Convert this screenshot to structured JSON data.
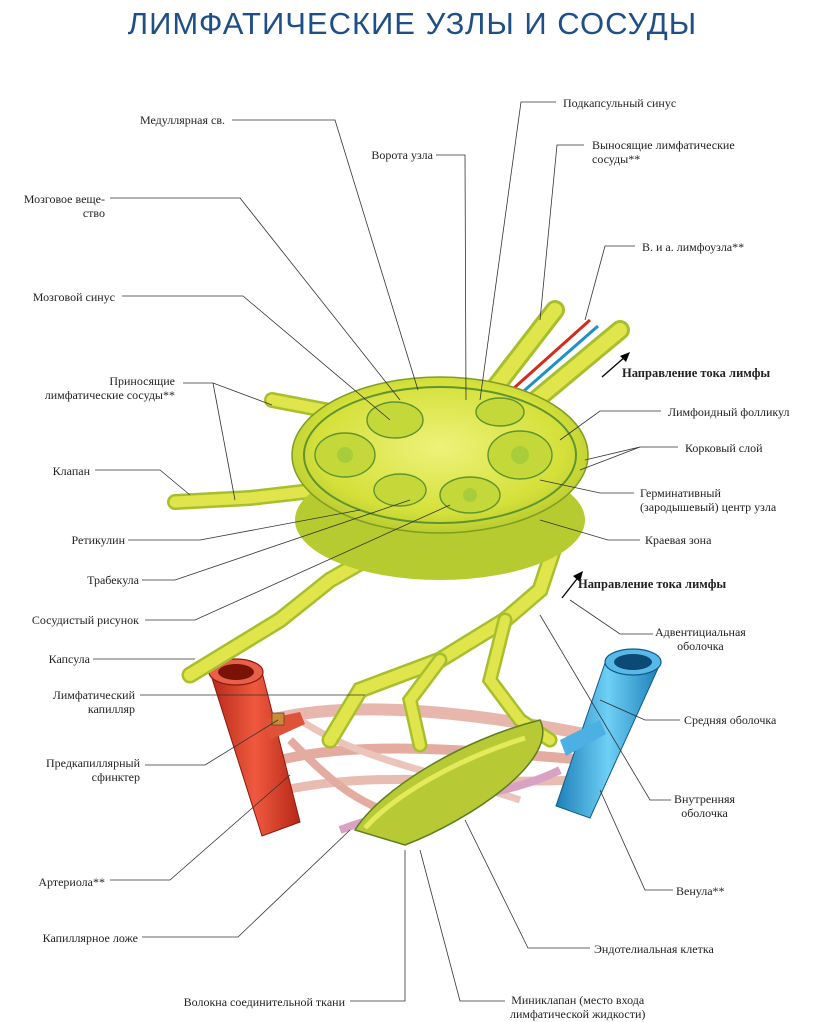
{
  "title": "ЛИМФАТИЧЕСКИЕ УЗЛЫ И СОСУДЫ",
  "colors": {
    "title": "#1e4f86",
    "lymph_yellow": "#d7e23a",
    "lymph_green": "#6fa83a",
    "artery_red": "#d9412b",
    "vein_blue": "#3aa0d6",
    "capillary_pink": "#e7b7ae"
  },
  "labels": {
    "medullary_cord": "Медуллярная св.",
    "hilum": "Ворота узла",
    "subcapsular_sinus": "Подкапсульный синус",
    "efferent_vessels": "Выносящие лимфатические\nсосуды**",
    "node_vessels": "В. и а. лимфоузла**",
    "medulla": "Мозговое веще-\nство",
    "medullary_sinus": "Мозговой синус",
    "afferent_vessels": "Приносящие\nлимфатические сосуды**",
    "lymph_flow_top": "Направление тока лимфы",
    "lymphoid_follicle": "Лимфоидный фолликул",
    "cortex": "Корковый слой",
    "valve": "Клапан",
    "germinal_center": "Герминативный\n(зародышевый) центр узла",
    "reticulin": "Ретикулин",
    "marginal_zone": "Краевая зона",
    "trabecula": "Трабекула",
    "lymph_flow_bottom": "Направление тока лимфы",
    "vascular_pattern": "Сосудистый рисунок",
    "capsule": "Капсула",
    "adventitia": "Адвентициальная\nоболочка",
    "lymph_capillary": "Лимфатический\nкапилляр",
    "media": "Средняя оболочка",
    "precapillary_sphincter": "Предкапиллярный\nсфинктер",
    "intima": "Внутренняя\nоболочка",
    "arteriole": "Артериола**",
    "venule": "Венула**",
    "capillary_bed": "Капиллярное ложе",
    "endothelial_cell": "Эндотелиальная клетка",
    "connective_fibers": "Волокна соединительной ткани",
    "minivalve": "Миниклапан (место входа\nлимфатической жидкости)"
  }
}
